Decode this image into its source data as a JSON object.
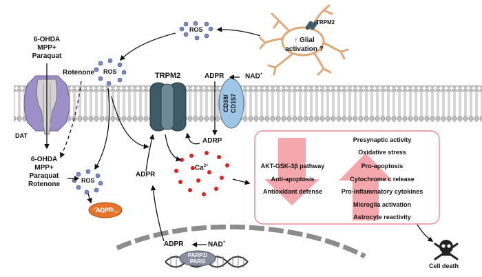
{
  "colors": {
    "membrane_head": "#bdbdbd",
    "membrane_edge": "#7a7a7a",
    "trpm2": "#3e5b66",
    "dat": "#9d8fc7",
    "cd38": "#9fc6e6",
    "ros_dot": "#7b88c9",
    "ca_dot": "#e02020",
    "arrow_pink": "#f4a7ad",
    "box_border": "#e88b90",
    "mito": "#e8742a",
    "nucleus": "#8c8c8c"
  },
  "glia": {
    "channel_label": "TRPM2",
    "activation_line1": "↑ Glial",
    "activation_line2": "activation ?"
  },
  "ros": {
    "top_label": "ROS",
    "mid_label": "ROS",
    "low_label": "ROS"
  },
  "toxins": {
    "outside_line1": "6-OHDA",
    "outside_line2": "MPP+",
    "outside_line3": "Paraquat",
    "rotenone": "Rotenone",
    "inside_line1": "6-OHDA",
    "inside_line2": "MPP+",
    "inside_line3": "Paraquat",
    "inside_line4": "Rotenone"
  },
  "transporters": {
    "dat": "DAT",
    "trpm2": "TRPM2",
    "cd38_line1": "CD38/",
    "cd38_line2": "CD157"
  },
  "nad": {
    "top_adpr": "ADPR",
    "top_nad": "NAD",
    "top_nad_sup": "+",
    "adrp": "ADRP",
    "mito_adpr": "ADPR",
    "mid_adpr": "ADPR",
    "nuc_adpr": "ADPR",
    "nuc_nad": "NAD",
    "nuc_nad_sup": "+",
    "parp": "PARP1/",
    "parg": "PARG"
  },
  "calcium": {
    "label": "Ca",
    "sup": "2+"
  },
  "effects": {
    "down": [
      "AKT-GSK-3β pathway",
      "Anti-apoptosis",
      "Antioxidant defense"
    ],
    "up": [
      "Presynaptic activity",
      "Oxidative stress",
      "Pro-apoptosis",
      "Cytochrome c release",
      "Pro-inflammatory cytokines",
      "Microglia activation",
      "Astrocyte reactivity"
    ]
  },
  "outcome": {
    "label": "Cell death"
  }
}
